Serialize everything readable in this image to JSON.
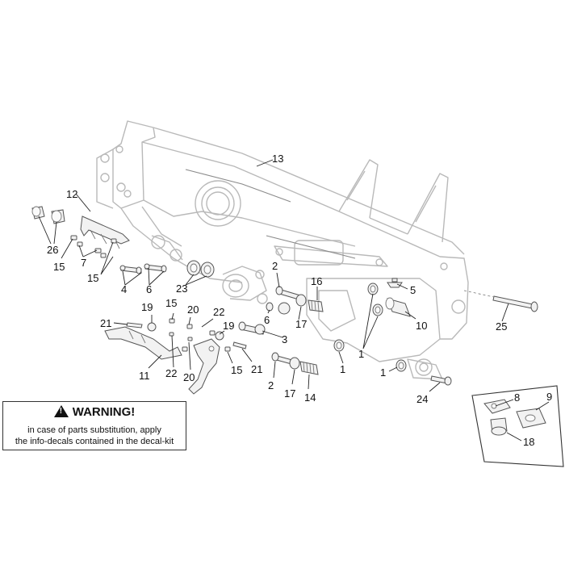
{
  "diagram": {
    "callouts": [
      {
        "id": "c13",
        "label": "13"
      },
      {
        "id": "c12",
        "label": "12"
      },
      {
        "id": "c26",
        "label": "26"
      },
      {
        "id": "c15a",
        "label": "15"
      },
      {
        "id": "c7",
        "label": "7"
      },
      {
        "id": "c15b",
        "label": "15"
      },
      {
        "id": "c4",
        "label": "4"
      },
      {
        "id": "c6a",
        "label": "6"
      },
      {
        "id": "c23",
        "label": "23"
      },
      {
        "id": "c2a",
        "label": "2"
      },
      {
        "id": "c16",
        "label": "16"
      },
      {
        "id": "c5",
        "label": "5"
      },
      {
        "id": "c6b",
        "label": "6"
      },
      {
        "id": "c17a",
        "label": "17"
      },
      {
        "id": "c10",
        "label": "10"
      },
      {
        "id": "c25",
        "label": "25"
      },
      {
        "id": "c3",
        "label": "3"
      },
      {
        "id": "c1a",
        "label": "1"
      },
      {
        "id": "c1b",
        "label": "1"
      },
      {
        "id": "c1c",
        "label": "1"
      },
      {
        "id": "c19a",
        "label": "19"
      },
      {
        "id": "c15c",
        "label": "15"
      },
      {
        "id": "c20a",
        "label": "20"
      },
      {
        "id": "c22a",
        "label": "22"
      },
      {
        "id": "c21a",
        "label": "21"
      },
      {
        "id": "c19b",
        "label": "19"
      },
      {
        "id": "c11",
        "label": "11"
      },
      {
        "id": "c22b",
        "label": "22"
      },
      {
        "id": "c20b",
        "label": "20"
      },
      {
        "id": "c15d",
        "label": "15"
      },
      {
        "id": "c21b",
        "label": "21"
      },
      {
        "id": "c2b",
        "label": "2"
      },
      {
        "id": "c17b",
        "label": "17"
      },
      {
        "id": "c14",
        "label": "14"
      },
      {
        "id": "c24",
        "label": "24"
      },
      {
        "id": "c8",
        "label": "8"
      },
      {
        "id": "c9",
        "label": "9"
      },
      {
        "id": "c18",
        "label": "18"
      }
    ]
  },
  "warning": {
    "title": "WARNING!",
    "line1": "in case of parts substitution, apply",
    "line2": "the info-decals contained in the decal-kit"
  }
}
